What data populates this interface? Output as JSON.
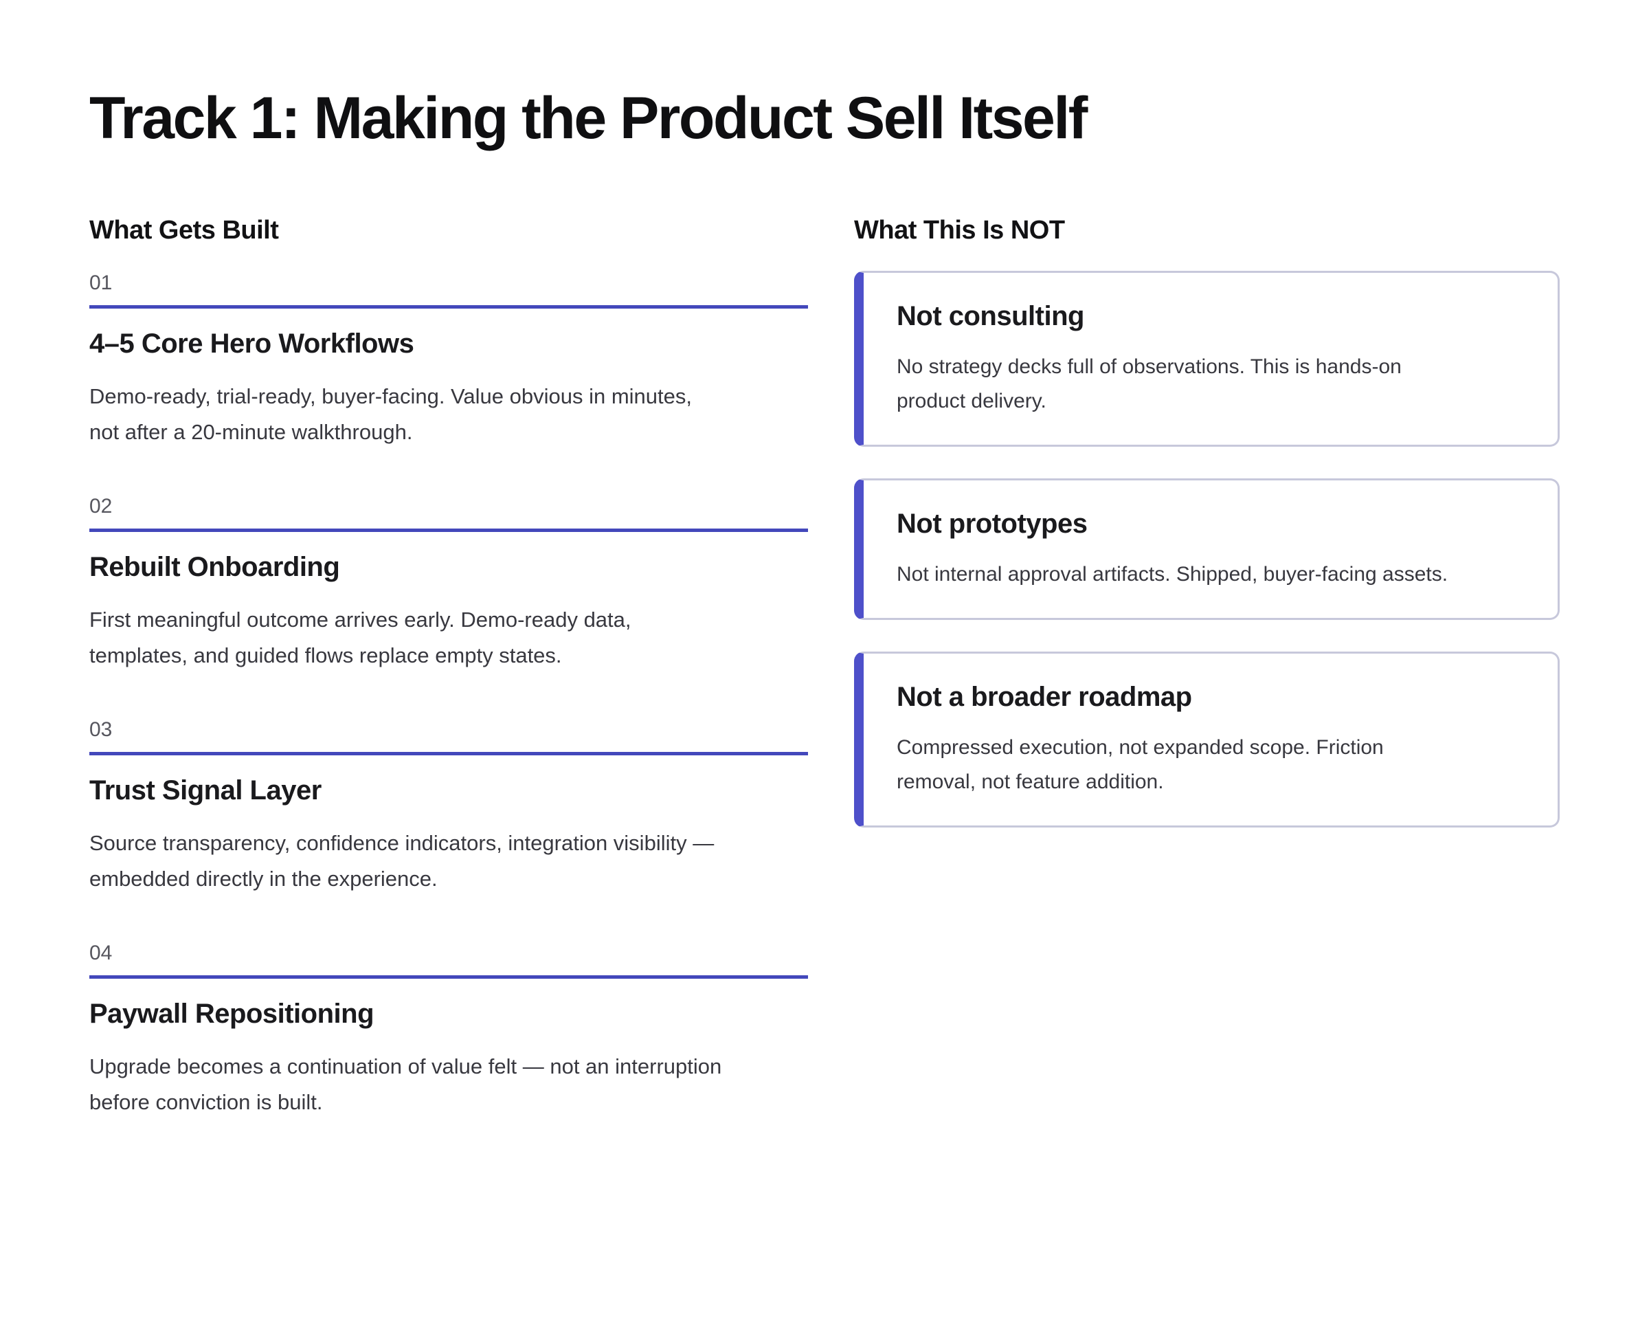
{
  "page": {
    "title": "Track 1: Making the Product Sell Itself"
  },
  "left": {
    "header": "What Gets Built",
    "items": [
      {
        "number": "01",
        "title": "4–5 Core Hero Workflows",
        "body": "Demo-ready, trial-ready, buyer-facing. Value obvious in minutes,\nnot after a 20-minute walkthrough."
      },
      {
        "number": "02",
        "title": "Rebuilt Onboarding",
        "body": "First meaningful outcome arrives early. Demo-ready data,\ntemplates, and guided flows replace empty states."
      },
      {
        "number": "03",
        "title": "Trust Signal Layer",
        "body": "Source transparency, confidence indicators, integration visibility —\nembedded directly in the experience."
      },
      {
        "number": "04",
        "title": "Paywall Repositioning",
        "body": "Upgrade becomes a continuation of value felt — not an interruption\nbefore conviction is built."
      }
    ]
  },
  "right": {
    "header": "What This Is NOT",
    "cards": [
      {
        "title": "Not consulting",
        "body": "No strategy decks full of observations. This is hands-on\nproduct delivery."
      },
      {
        "title": "Not prototypes",
        "body": "Not internal approval artifacts. Shipped, buyer-facing assets."
      },
      {
        "title": "Not a broader roadmap",
        "body": "Compressed execution, not expanded scope. Friction\nremoval, not feature addition."
      }
    ]
  },
  "colors": {
    "accent_rule": "#4348bb",
    "card_accent": "#4e50ca",
    "card_border": "#c7c8db",
    "heading_text": "#121214",
    "body_text": "#38383f",
    "number_text": "#56565e"
  }
}
